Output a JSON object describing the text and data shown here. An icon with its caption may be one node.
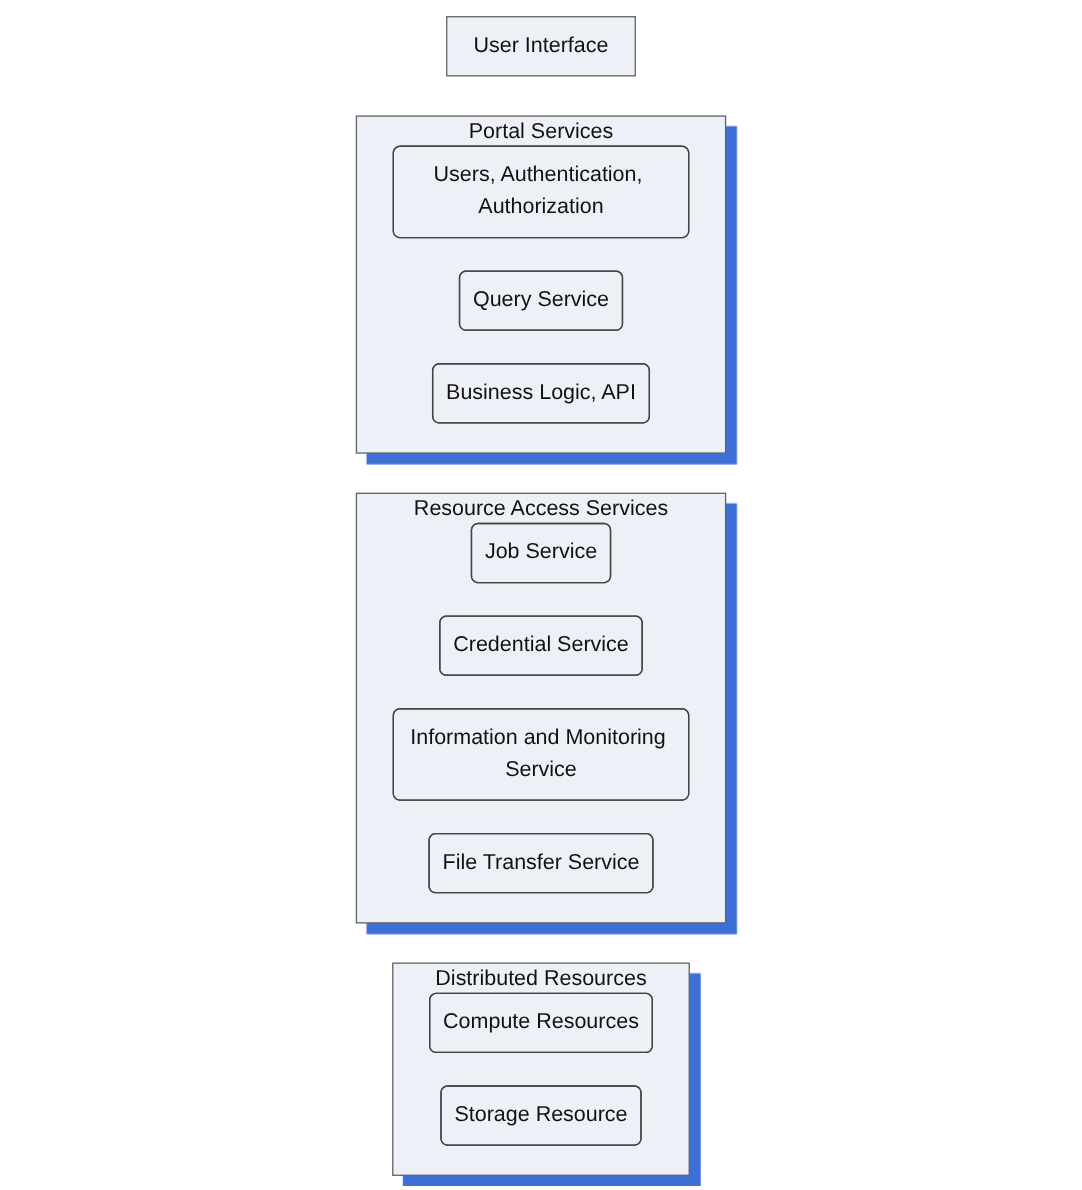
{
  "diagram": {
    "nodes": [
      {
        "text": [
          "User Interface"
        ]
      },
      {
        "text": [
          "Portal Services"
        ]
      },
      {
        "text": [
          "Users, Authentication, Authorization"
        ],
        "in": 1
      },
      {
        "text": [
          "Query Service"
        ],
        "in": 1
      },
      {
        "text": [
          "Business Logic, API"
        ],
        "in": 1
      },
      {
        "text": [
          "Resource Access Services"
        ]
      },
      {
        "text": [
          "Job Service"
        ],
        "in": 5
      },
      {
        "text": [
          "Credential Service"
        ],
        "in": 5
      },
      {
        "text": [
          "Information and Monitoring Service"
        ],
        "in": 5
      },
      {
        "text": [
          "File Transfer Service"
        ],
        "in": 5
      },
      {
        "text": [
          "Distributed Resources"
        ]
      },
      {
        "text": [
          "Compute Resources"
        ],
        "in": 10
      },
      {
        "text": [
          "Storage Resource"
        ],
        "in": 10
      }
    ],
    "edges": []
  }
}
